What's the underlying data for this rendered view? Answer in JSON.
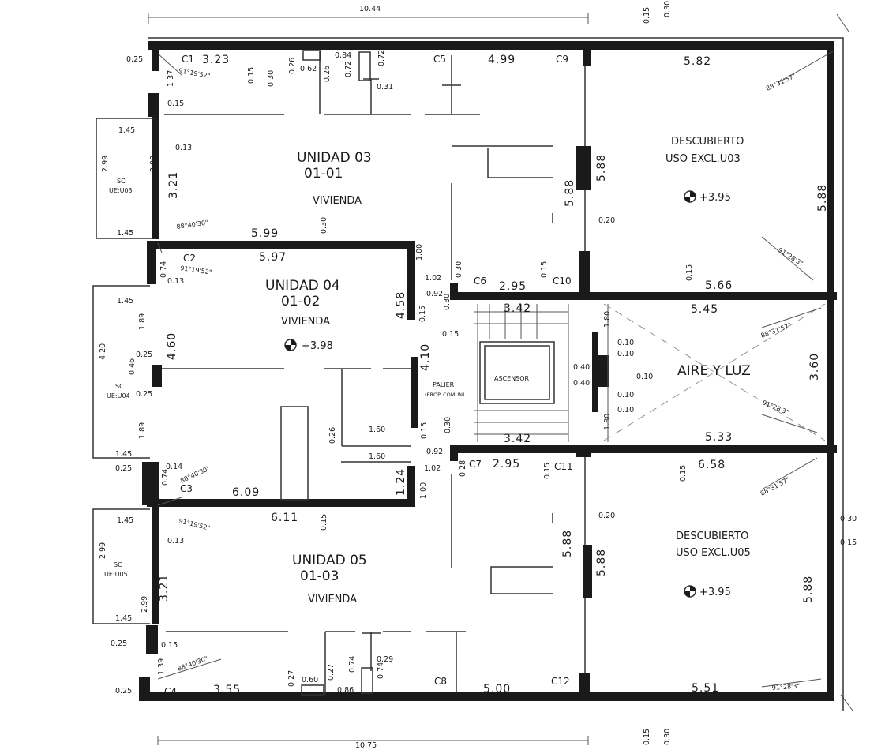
{
  "units": {
    "u03": {
      "title": "UNIDAD 03",
      "code": "01-01",
      "use": "VIVIENDA"
    },
    "u04": {
      "title": "UNIDAD 04",
      "code": "01-02",
      "use": "VIVIENDA",
      "level": "+3.98"
    },
    "u05": {
      "title": "UNIDAD 05",
      "code": "01-03",
      "use": "VIVIENDA"
    }
  },
  "open_areas": {
    "desc03": {
      "line1": "DESCUBIERTO",
      "line2": "USO EXCL.U03",
      "level": "+3.95"
    },
    "desc05": {
      "line1": "DESCUBIERTO",
      "line2": "USO EXCL.U05",
      "level": "+3.95"
    },
    "aire": {
      "label": "AIRE Y LUZ"
    }
  },
  "core": {
    "elevator": "ASCENSOR",
    "landing": "PALIER",
    "landing_sub": "(PROP. COMUN)"
  },
  "balconies": {
    "b03": {
      "line1": "SC",
      "line2": "UE:U03"
    },
    "b04": {
      "line1": "SC",
      "line2": "UE:U04"
    },
    "b05": {
      "line1": "SC",
      "line2": "UE:U05"
    }
  },
  "columns": {
    "c1": "C1",
    "c2": "C2",
    "c3": "C3",
    "c4": "C4",
    "c5": "C5",
    "c6": "C6",
    "c7": "C7",
    "c8": "C8",
    "c9": "C9",
    "c10": "C10",
    "c11": "C11",
    "c12": "C12"
  },
  "dims": {
    "top_total": "10.44",
    "bottom_total": "10.75",
    "top_015": "0.15",
    "top_030": "0.30",
    "bot_015": "0.15",
    "bot_030": "0.30",
    "u03_top": "3.23",
    "c5_c9": "4.99",
    "desc03_top": "5.82",
    "u03_h": "3.21",
    "core_h_top_a": "5.88",
    "core_h_top_b": "5.88",
    "desc03_h": "5.88",
    "u04_top_out": "5.99",
    "u04_top_in": "5.97",
    "c6_c10": "2.95",
    "desc03_bot": "5.66",
    "aire_top": "5.45",
    "stair_top": "3.42",
    "stair_bot": "3.42",
    "u04_h": "4.60",
    "u04_side": "4.58",
    "core_mid": "4.10",
    "aire_h": "3.60",
    "aire_bot": "5.33",
    "c7_c11": "2.95",
    "desc05_top": "6.58",
    "u04_bot_in": "6.09",
    "u04_bot_out": "6.11",
    "side_124": "1.24",
    "u05_h": "3.21",
    "core_h_bot_a": "5.88",
    "core_h_bot_b": "5.88",
    "desc05_h": "5.88",
    "u05_bot": "3.55",
    "c8_c12": "5.00",
    "desc05_bot": "5.51",
    "d025_a": "0.25",
    "d025_b": "0.25",
    "d025_c": "0.25",
    "d025_d": "0.25",
    "d137": "1.37",
    "d015_a": "0.15",
    "d030_a": "0.30",
    "d026_a": "0.26",
    "d062": "0.62",
    "d026_b": "0.26",
    "d084": "0.84",
    "d072_a": "0.72",
    "d072_b": "0.72",
    "d031": "0.31",
    "d015_b": "0.15",
    "d145_a": "1.45",
    "d013_a": "0.13",
    "d299_a": "2.99",
    "d299_b": "2.99",
    "d145_b": "1.45",
    "d030_b": "0.30",
    "d015_c": "0.15",
    "d020_a": "0.20",
    "d074_a": "0.74",
    "d013_b": "0.13",
    "d145_c": "1.45",
    "d189_a": "1.89",
    "d420": "4.20",
    "d025_e": "0.25",
    "d046": "0.46",
    "d025_f": "0.25",
    "d189_b": "1.89",
    "d145_d": "1.45",
    "d100_a": "1.00",
    "d102": "1.02",
    "d092_a": "0.92",
    "d030_c": "0.30",
    "d015_d": "0.15",
    "d015_e": "0.15",
    "d015_f": "0.15",
    "d026_c": "0.26",
    "d160_a": "1.60",
    "d160_b": "1.60",
    "d015_g": "0.15",
    "d030_d": "0.30",
    "d092_b": "0.92",
    "d102_b": "1.02",
    "d100_b": "1.00",
    "d028": "0.28",
    "d015_h": "0.15",
    "d030_e": "0.30",
    "d014": "0.14",
    "d074_b": "0.74",
    "d180_a": "1.80",
    "d180_b": "1.80",
    "d010_a": "0.10",
    "d010_b": "0.10",
    "d010_c": "0.10",
    "d010_d": "0.10",
    "d010_e": "0.10",
    "d040_a": "0.40",
    "d040_b": "0.40",
    "d030_f": "0.30",
    "d015_i": "0.15",
    "d020_b": "0.20",
    "d030_g": "0.30",
    "d015_j": "0.15",
    "d145_e": "1.45",
    "d013_c": "0.13",
    "d299_c": "2.99",
    "d299_d": "2.99",
    "d145_f": "1.45",
    "d015_k": "0.15",
    "d139": "1.39",
    "d027_a": "0.27",
    "d060": "0.60",
    "d027_b": "0.27",
    "d086": "0.86",
    "d074_c": "0.74",
    "d074_d": "0.74",
    "d029": "0.29"
  },
  "angles": {
    "a1": "91°19'52\"",
    "a2": "88°40'30\"",
    "a3": "91°19'52\"",
    "a4": "88°40'30\"",
    "a5": "91°19'52\"",
    "a6": "88°40'30\"",
    "a7": "88°31'57\"",
    "a8": "91°28'3\"",
    "a9": "88°31'57\"",
    "a10": "91°28'3\"",
    "a11": "88°31'57\"",
    "a12": "91°28'3\""
  }
}
